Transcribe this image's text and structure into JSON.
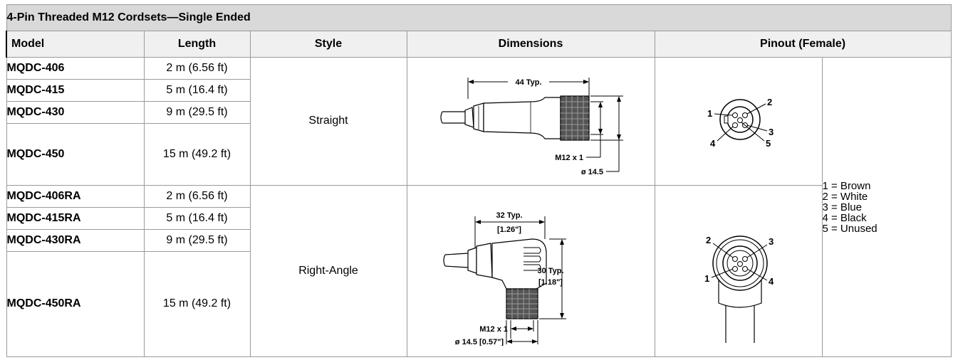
{
  "table": {
    "title": "4-Pin Threaded M12 Cordsets—Single Ended",
    "headers": {
      "model": "Model",
      "length": "Length",
      "style": "Style",
      "dimensions": "Dimensions",
      "pinout": "Pinout (Female)"
    },
    "rows": [
      {
        "model": "MQDC-406",
        "length": "2 m (6.56 ft)"
      },
      {
        "model": "MQDC-415",
        "length": "5 m (16.4 ft)"
      },
      {
        "model": "MQDC-430",
        "length": "9 m (29.5 ft)"
      },
      {
        "model": "MQDC-450",
        "length": "15 m (49.2 ft)"
      },
      {
        "model": "MQDC-406RA",
        "length": "2 m (6.56 ft)"
      },
      {
        "model": "MQDC-415RA",
        "length": "5 m (16.4 ft)"
      },
      {
        "model": "MQDC-430RA",
        "length": "9 m (29.5 ft)"
      },
      {
        "model": "MQDC-450RA",
        "length": "15 m (49.2 ft)"
      }
    ],
    "styles": {
      "straight": "Straight",
      "right_angle": "Right-Angle"
    },
    "wire_colors": [
      "1 = Brown",
      "2 = White",
      "3 = Blue",
      "4 = Black",
      "5 = Unused"
    ]
  },
  "straight_drawing": {
    "length_label": "44 Typ.",
    "thread_label": "M12 x 1",
    "diameter_label": "ø 14.5"
  },
  "right_angle_drawing": {
    "length_label": "32 Typ.",
    "length_label_in": "[1.26\"]",
    "height_label": "30 Typ.",
    "height_label_in": "[1.18\"]",
    "thread_label": "M12 x 1",
    "diameter_label": "ø 14.5 [0.57\"]"
  },
  "straight_pinout": {
    "p1": "1",
    "p2": "2",
    "p3": "3",
    "p4": "4",
    "p5": "5"
  },
  "right_angle_pinout": {
    "p1": "1",
    "p2": "2",
    "p3": "3",
    "p4": "4"
  }
}
